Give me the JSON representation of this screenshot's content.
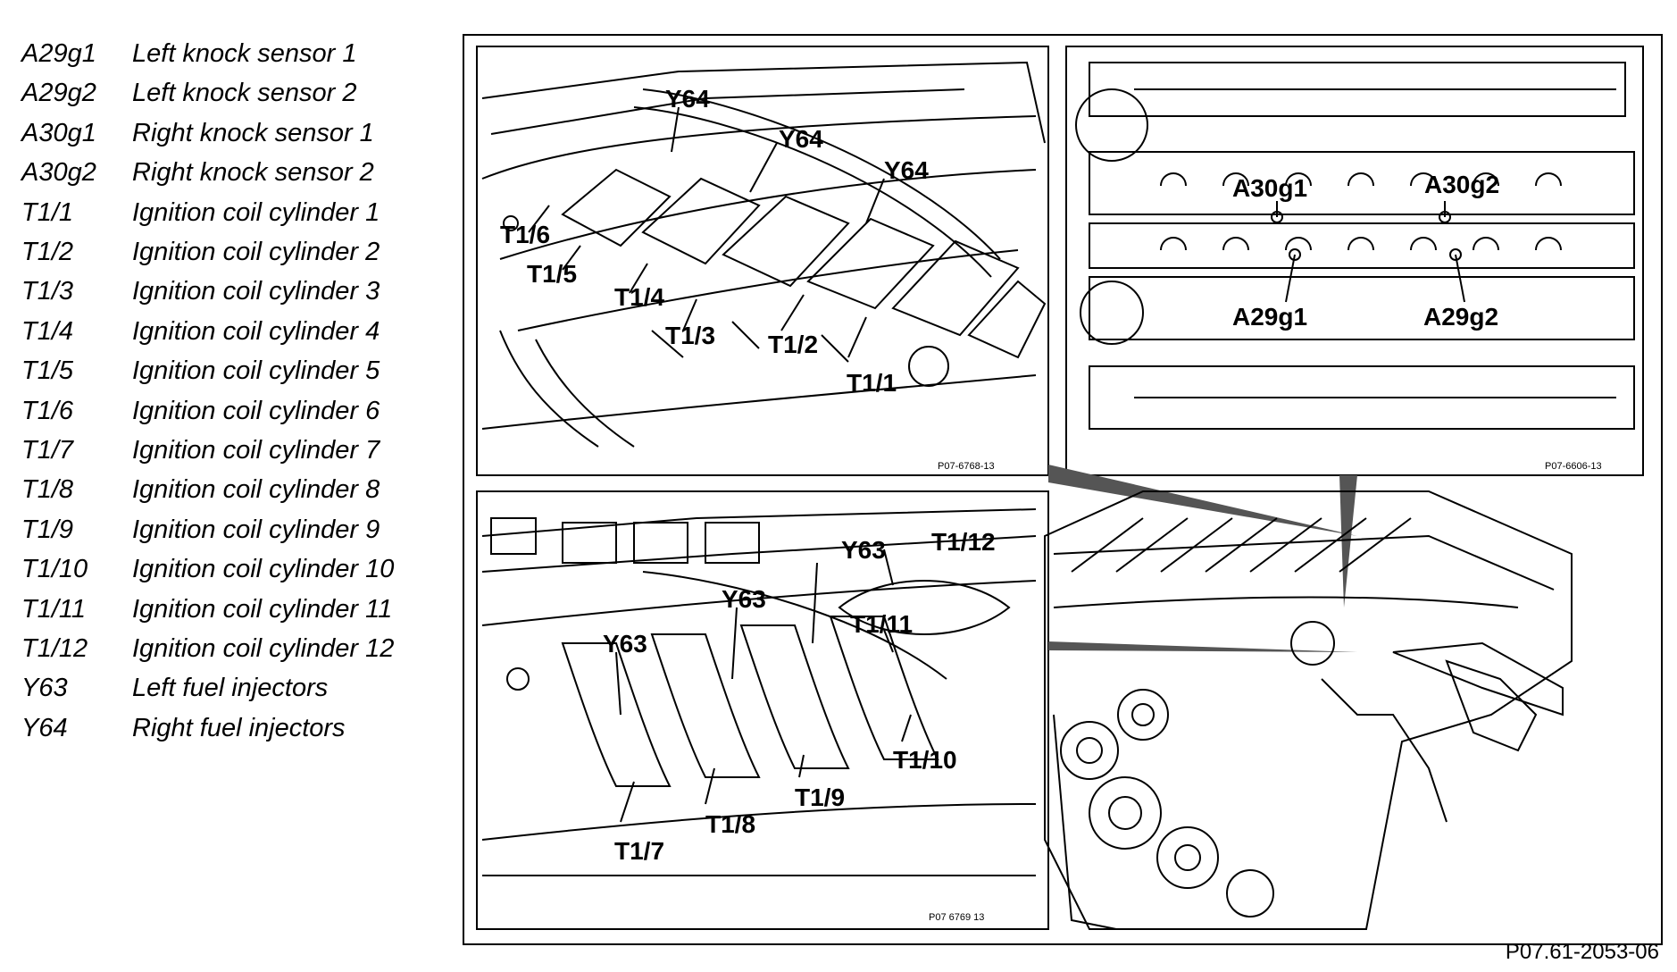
{
  "legend": [
    {
      "code": "A29g1",
      "desc": "Left knock sensor 1"
    },
    {
      "code": "A29g2",
      "desc": "Left knock sensor 2"
    },
    {
      "code": "A30g1",
      "desc": "Right knock sensor 1"
    },
    {
      "code": "A30g2",
      "desc": "Right knock sensor 2"
    },
    {
      "code": "T1/1",
      "desc": "Ignition coil cylinder 1"
    },
    {
      "code": "T1/2",
      "desc": "Ignition coil cylinder 2"
    },
    {
      "code": "T1/3",
      "desc": "Ignition coil cylinder 3"
    },
    {
      "code": "T1/4",
      "desc": "Ignition coil cylinder 4"
    },
    {
      "code": "T1/5",
      "desc": "Ignition coil cylinder 5"
    },
    {
      "code": "T1/6",
      "desc": "Ignition coil cylinder 6"
    },
    {
      "code": "T1/7",
      "desc": "Ignition coil cylinder 7"
    },
    {
      "code": "T1/8",
      "desc": "Ignition coil cylinder 8"
    },
    {
      "code": "T1/9",
      "desc": "Ignition coil cylinder 9"
    },
    {
      "code": "T1/10",
      "desc": "Ignition coil cylinder 10"
    },
    {
      "code": "T1/11",
      "desc": "Ignition coil cylinder 11"
    },
    {
      "code": "T1/12",
      "desc": "Ignition coil cylinder 12"
    },
    {
      "code": "Y63",
      "desc": "Left fuel injectors"
    },
    {
      "code": "Y64",
      "desc": "Right fuel injectors"
    }
  ],
  "panels": {
    "top_left": {
      "labels": {
        "y64_a": "Y64",
        "y64_b": "Y64",
        "y64_c": "Y64",
        "t1_6": "T1/6",
        "t1_5": "T1/5",
        "t1_4": "T1/4",
        "t1_3": "T1/3",
        "t1_2": "T1/2",
        "t1_1": "T1/1"
      },
      "ref": "P07-6768-13"
    },
    "top_right": {
      "labels": {
        "a30g1": "A30g1",
        "a30g2": "A30g2",
        "a29g1": "A29g1",
        "a29g2": "A29g2"
      },
      "ref": "P07-6606-13"
    },
    "bottom_left": {
      "labels": {
        "y63_a": "Y63",
        "y63_b": "Y63",
        "y63_c": "Y63",
        "t1_12": "T1/12",
        "t1_11": "T1/11",
        "t1_10": "T1/10",
        "t1_9": "T1/9",
        "t1_8": "T1/8",
        "t1_7": "T1/7"
      },
      "ref": "P07 6769 13"
    }
  },
  "document_number": "P07.61-2053-06"
}
